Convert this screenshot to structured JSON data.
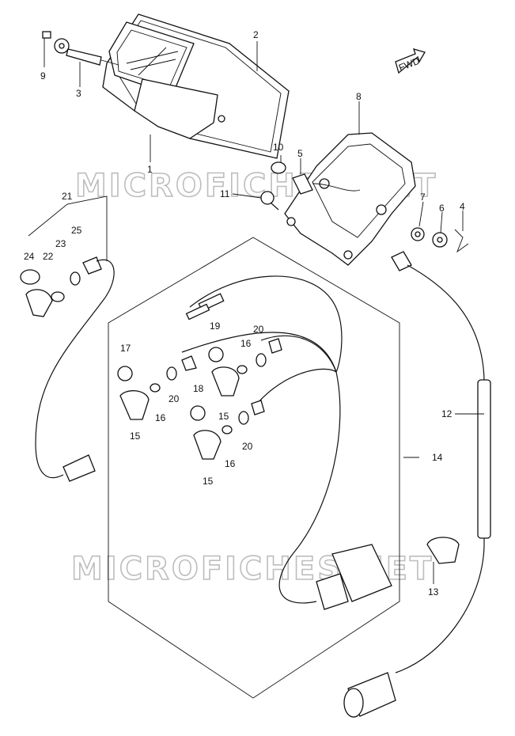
{
  "diagram": {
    "watermarks": [
      "MICROFICHES.NET",
      "MICROFICHES.NET"
    ],
    "fwd_label": "FWD",
    "part_labels": [
      "1",
      "2",
      "3",
      "4",
      "5",
      "6",
      "7",
      "8",
      "9",
      "10",
      "11",
      "12",
      "13",
      "14",
      "15",
      "15",
      "15",
      "16",
      "16",
      "16",
      "16",
      "17",
      "18",
      "19",
      "20",
      "20",
      "20",
      "21",
      "22",
      "23",
      "24",
      "25"
    ]
  },
  "colors": {
    "ink": "#111111",
    "watermark": "#bdbdbd",
    "background": "#ffffff"
  }
}
